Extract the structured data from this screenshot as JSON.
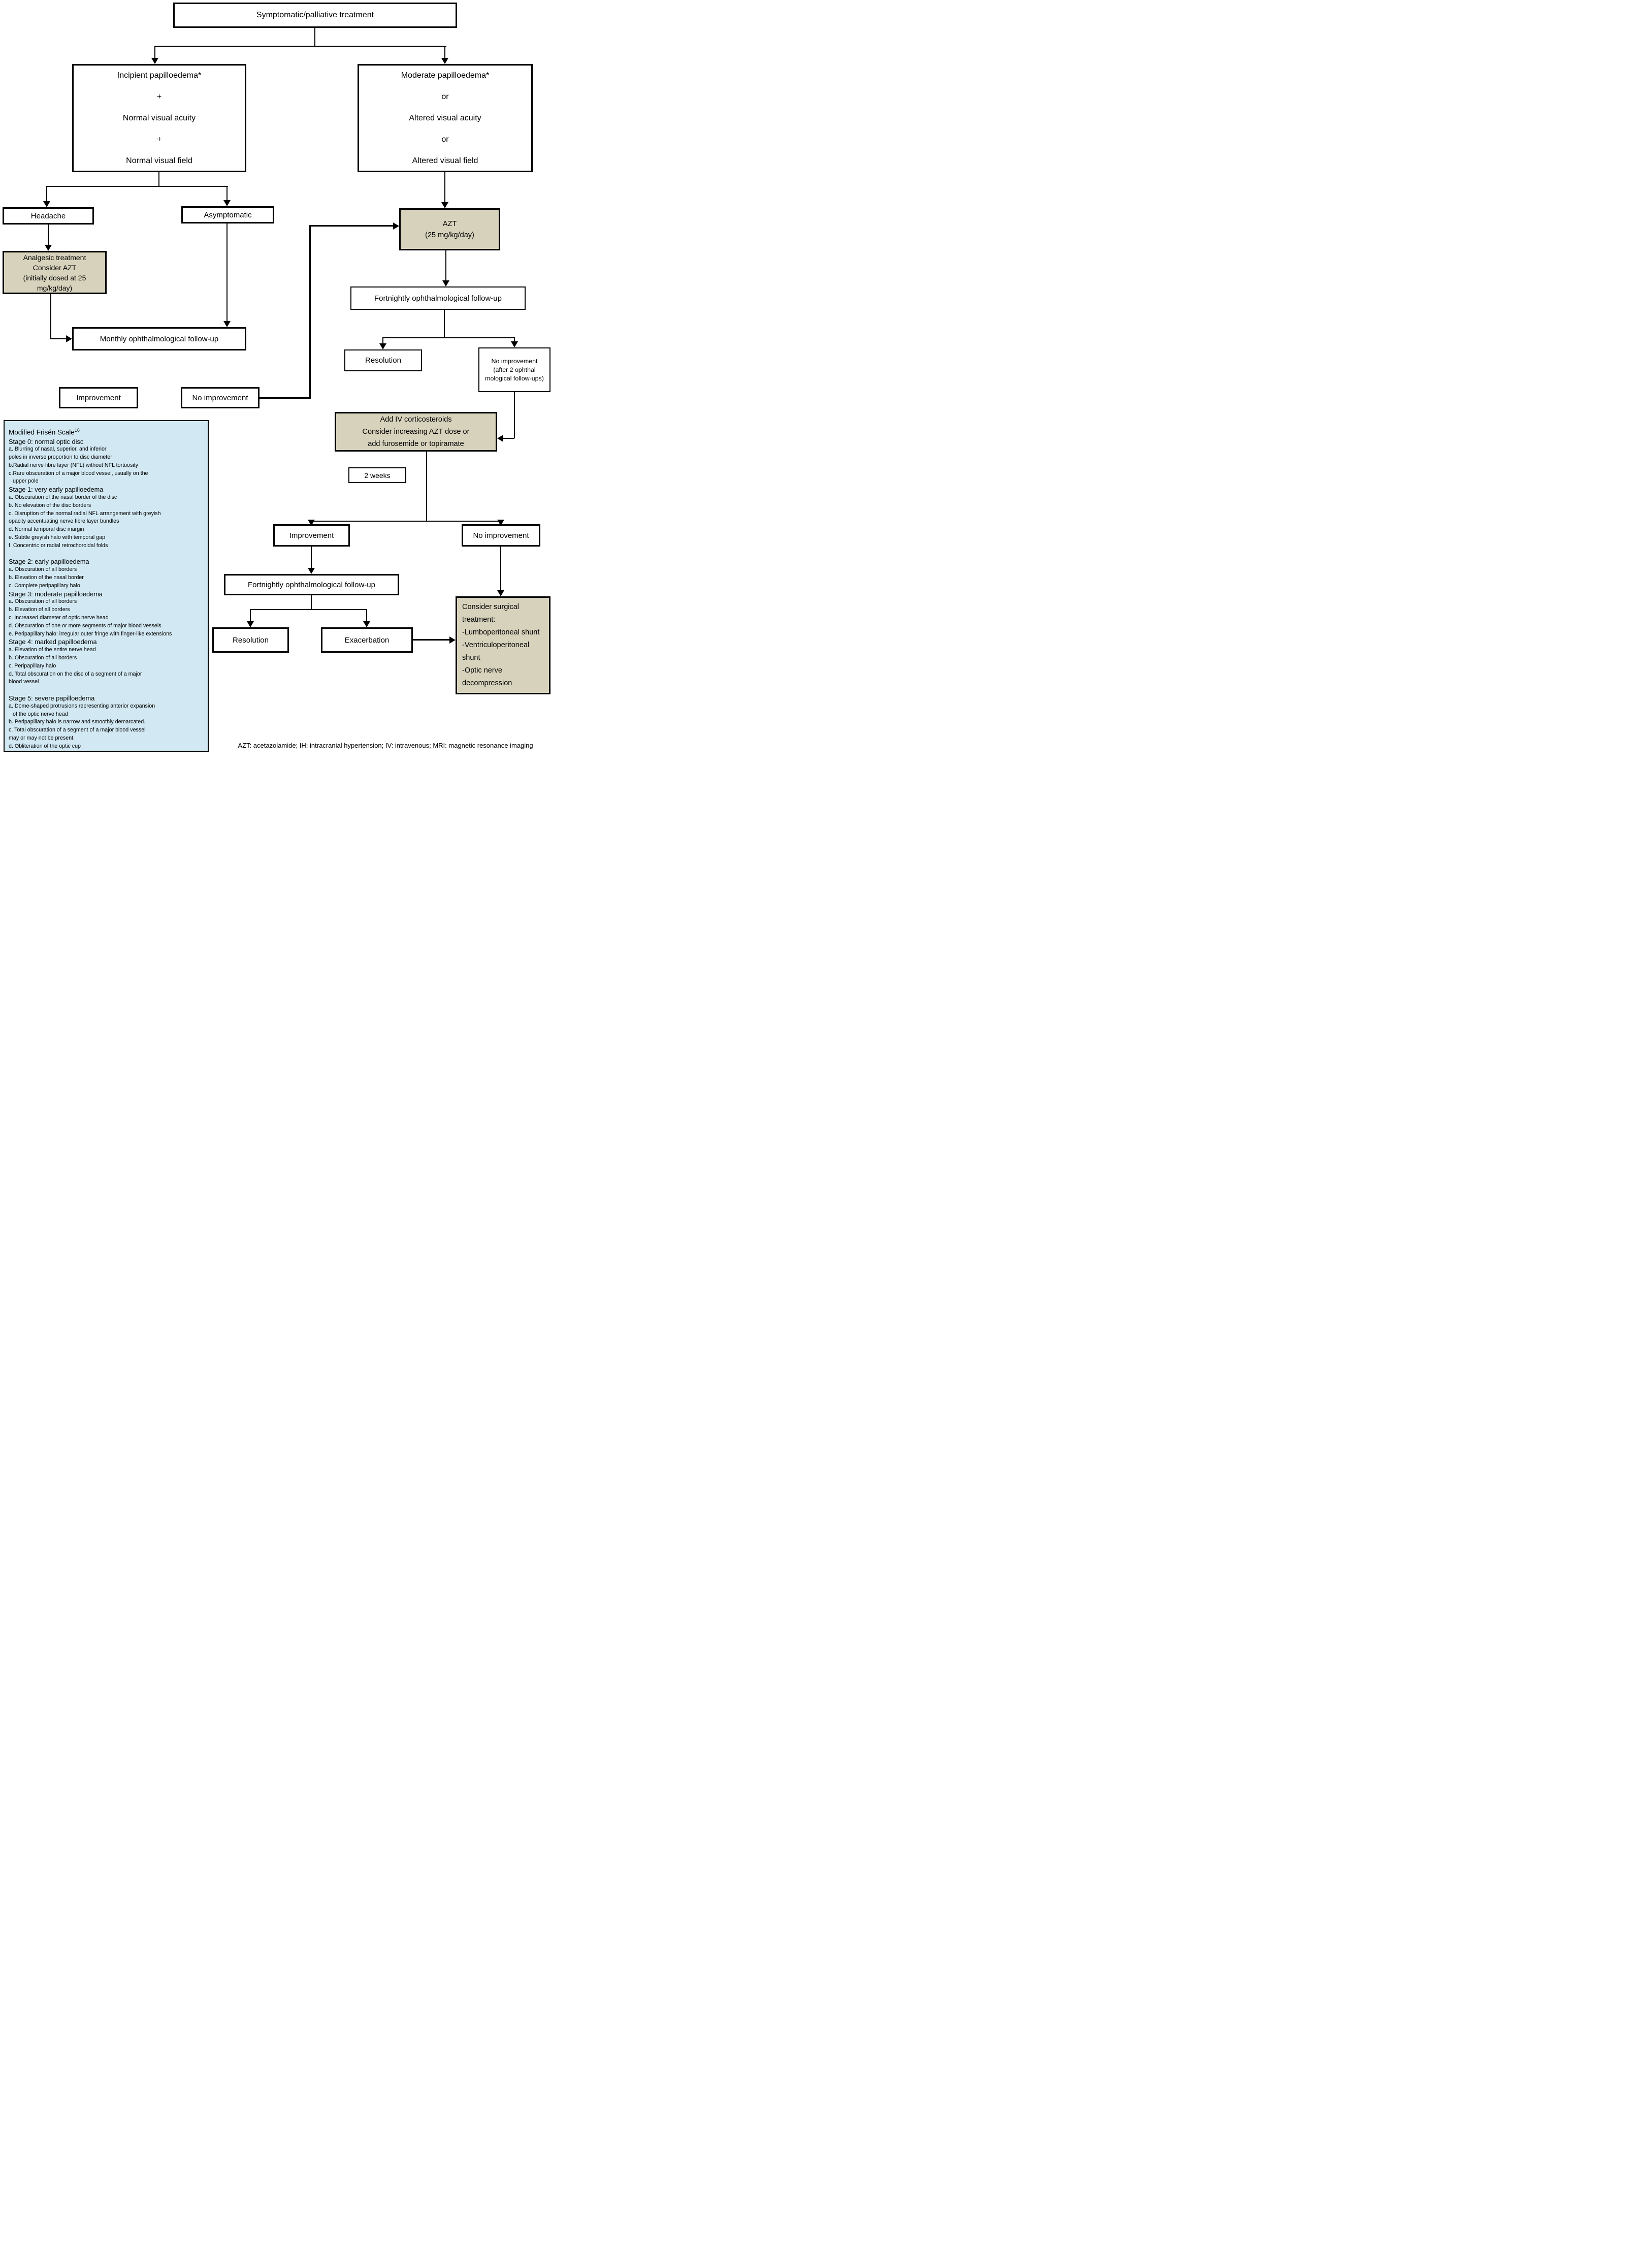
{
  "diagram": {
    "colors": {
      "border": "#000000",
      "action_fill": "#d7d2bc",
      "note_fill": "#d2e9f3",
      "background": "#ffffff"
    },
    "nodes": {
      "title": {
        "label": "Symptomatic/palliative treatment"
      },
      "branch_left": {
        "label": "Incipient papilloedema*\n+\nNormal visual acuity\n+\nNormal visual field"
      },
      "branch_right": {
        "label": "Moderate papilloedema*\nor\nAltered visual acuity\nor\nAltered visual field"
      },
      "headache": {
        "label": "Headache"
      },
      "asymptomatic": {
        "label": "Asymptomatic"
      },
      "azt": {
        "label": "AZT\n(25 mg/kg/day)"
      },
      "analgesic": {
        "label": "Analgesic treatment\nConsider AZT\n(initially dosed at 25\nmg/kg/day)"
      },
      "fortnightly_right": {
        "label": "Fortnightly ophthalmological follow-up"
      },
      "monthly": {
        "label": "Monthly ophthalmological follow-up"
      },
      "resolution_right": {
        "label": "Resolution"
      },
      "no_improvement_after": {
        "label": "No improvement\n(after 2 ophthal\nmological follow-ups)"
      },
      "improvement_left": {
        "label": "Improvement"
      },
      "no_improvement_left": {
        "label": "No improvement"
      },
      "add_iv": {
        "label": "Add IV corticosteroids\nConsider increasing AZT dose or\nadd furosemide or topiramate"
      },
      "two_weeks": {
        "label": "2 weeks"
      },
      "improvement_mid": {
        "label": "Improvement"
      },
      "no_improvement_mid": {
        "label": "No improvement"
      },
      "fortnightly_bottom": {
        "label": "Fortnightly ophthalmological follow-up"
      },
      "resolution_bottom": {
        "label": "Resolution"
      },
      "exacerbation": {
        "label": "Exacerbation"
      },
      "surgical": {
        "label": "Consider surgical\ntreatment:\n-Lumboperitoneal shunt\n-Ventriculoperitoneal\nshunt\n-Optic nerve\ndecompression"
      }
    },
    "frisen": {
      "heading": "Modified Frisén Scale",
      "heading_ref": "16",
      "lines": [
        {
          "kind": "stage",
          "text": "Stage 0: normal optic disc"
        },
        {
          "kind": "item",
          "text": "a. Blurring of nasal, superior, and inferior"
        },
        {
          "kind": "item",
          "text": "poles in inverse proportion to disc diameter"
        },
        {
          "kind": "item",
          "text": "b.Radial nerve fibre layer (NFL) without NFL tortuosity"
        },
        {
          "kind": "item",
          "text": "c.Rare obscuration of a major blood vessel, usually on the"
        },
        {
          "kind": "indent",
          "text": "upper pole"
        },
        {
          "kind": "stage",
          "text": "Stage 1: very early papilloedema"
        },
        {
          "kind": "item",
          "text": "a. Obscuration of the nasal border of the disc"
        },
        {
          "kind": "item",
          "text": "b. No elevation of the disc borders"
        },
        {
          "kind": "item",
          "text": "c. Disruption of the normal radial NFL arrangement with greyish"
        },
        {
          "kind": "item",
          "text": "opacity accentuating nerve fibre layer bundles"
        },
        {
          "kind": "item",
          "text": "d. Normal temporal disc margin"
        },
        {
          "kind": "item",
          "text": "e. Subtle greyish halo with temporal gap"
        },
        {
          "kind": "item",
          "text": "f. Concentric or radial retrochoroidal folds"
        },
        {
          "kind": "blank",
          "text": ""
        },
        {
          "kind": "stage",
          "text": "Stage 2: early papilloedema"
        },
        {
          "kind": "item",
          "text": "a. Obscuration of all borders"
        },
        {
          "kind": "item",
          "text": "b. Elevation of the nasal border"
        },
        {
          "kind": "item",
          "text": "c. Complete peripapillary halo"
        },
        {
          "kind": "stage",
          "text": "Stage 3: moderate papilloedema"
        },
        {
          "kind": "item",
          "text": "a. Obscuration of all borders"
        },
        {
          "kind": "item",
          "text": "b. Elevation of all borders"
        },
        {
          "kind": "item",
          "text": "c. Increased diameter of optic nerve head"
        },
        {
          "kind": "item",
          "text": "d. Obscuration of one or more segments of major blood vessels"
        },
        {
          "kind": "item",
          "text": "e. Peripapillary halo: irregular outer fringe with finger-like extensions"
        },
        {
          "kind": "stage",
          "text": "Stage 4: marked papilloedema"
        },
        {
          "kind": "item",
          "text": "a. Elevation of the entire nerve head"
        },
        {
          "kind": "item",
          "text": "b. Obscuration of all borders"
        },
        {
          "kind": "item",
          "text": "c. Peripapillary halo"
        },
        {
          "kind": "item",
          "text": "d. Total obscuration on the disc of a segment of a major"
        },
        {
          "kind": "item",
          "text": "blood vessel"
        },
        {
          "kind": "blank",
          "text": ""
        },
        {
          "kind": "stage",
          "text": "Stage 5: severe papilloedema"
        },
        {
          "kind": "item",
          "text": "a. Dome-shaped protrusions representing anterior expansion"
        },
        {
          "kind": "indent",
          "text": "of the optic nerve head"
        },
        {
          "kind": "item",
          "text": "b. Peripapillary halo is narrow and smoothly demarcated."
        },
        {
          "kind": "item",
          "text": "c. Total obscuration of a segment of a major blood vessel"
        },
        {
          "kind": "item",
          "text": "may or may not be present."
        },
        {
          "kind": "item",
          "text": "d. Obliteration of the optic cup"
        }
      ]
    },
    "caption": "AZT: acetazolamide; IH: intracranial hypertension; IV: intravenous; MRI: magnetic resonance imaging"
  }
}
